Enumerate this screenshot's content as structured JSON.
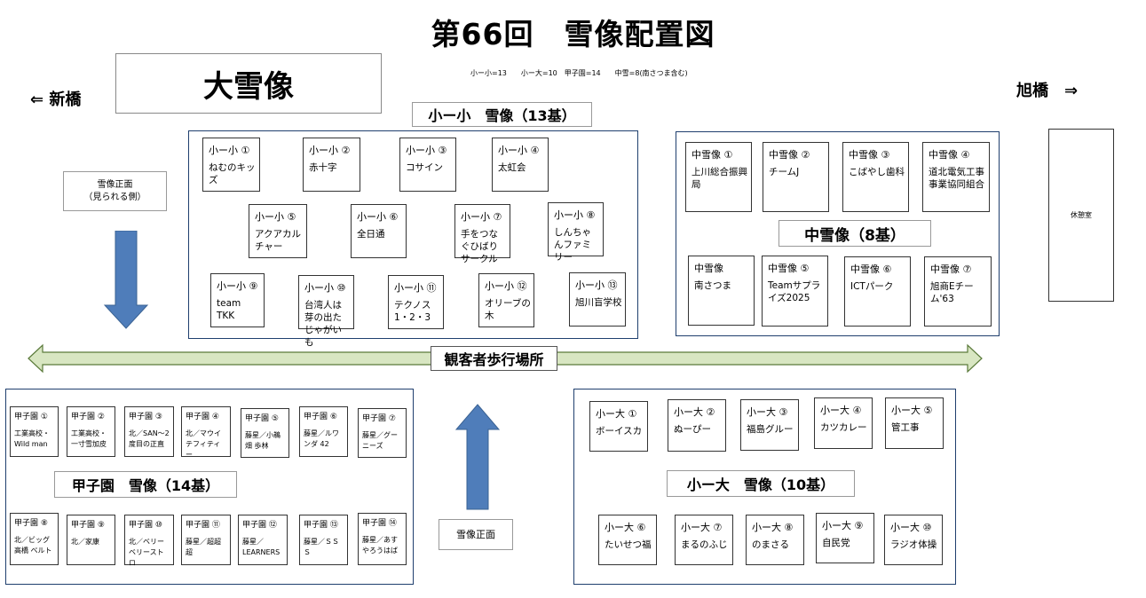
{
  "title": "第66回　雪像配置図",
  "big_statue": "大雪像",
  "counts_note": "小ー小=13　　小ー大=10　甲子園=14　　中雪=8(南さつま含む)",
  "left_bridge": "⇐ 新橋",
  "right_bridge": "旭橋　⇒",
  "front_side_label": [
    "雪像正面",
    "（見られる側）"
  ],
  "front_label": "雪像正面",
  "rest_area": "休憩室",
  "walkway": "観客者歩行場所",
  "colors": {
    "arrow_blue": "#4f7dba",
    "walkway_green": "#d8e6c2",
    "box_border": "#1f3f6e"
  },
  "groups": {
    "shosho": {
      "label": "小ー小　雪像（13基）",
      "items": [
        {
          "h": "小ー小 ①",
          "n": "ねむのキッズ"
        },
        {
          "h": "小ー小 ②",
          "n": "赤十字"
        },
        {
          "h": "小ー小 ③",
          "n": "コサイン"
        },
        {
          "h": "小ー小 ④",
          "n": "太虹会"
        },
        {
          "h": "小ー小 ⑤",
          "n": "アクアカルチャー"
        },
        {
          "h": "小ー小 ⑥",
          "n": "全日通"
        },
        {
          "h": "小ー小 ⑦",
          "n": "手をつなぐひばりサークル"
        },
        {
          "h": "小ー小 ⑧",
          "n": "しんちゃんファミリー"
        },
        {
          "h": "小ー小 ⑨",
          "n": "team TKK"
        },
        {
          "h": "小ー小 ⑩",
          "n": "台湾人は芽の出たじゃがいも"
        },
        {
          "h": "小ー小 ⑪",
          "n": "テクノス1・2・3"
        },
        {
          "h": "小ー小 ⑫",
          "n": "オリーブの木"
        },
        {
          "h": "小ー小 ⑬",
          "n": "旭川盲学校"
        }
      ]
    },
    "chu": {
      "label": "中雪像（8基）",
      "items": [
        {
          "h": "中雪像 ①",
          "n": "上川総合振興局"
        },
        {
          "h": "中雪像 ②",
          "n": "チームJ"
        },
        {
          "h": "中雪像 ③",
          "n": "こばやし歯科"
        },
        {
          "h": "中雪像 ④",
          "n": "道北電気工事事業協同組合"
        },
        {
          "h": "中雪像",
          "n": "南さつま"
        },
        {
          "h": "中雪像 ⑤",
          "n": "Teamサプライズ2025"
        },
        {
          "h": "中雪像 ⑥",
          "n": "ICTパーク"
        },
        {
          "h": "中雪像 ⑦",
          "n": "旭商Eチーム'63"
        }
      ]
    },
    "koshien": {
      "label": "甲子園　雪像（14基）",
      "items": [
        {
          "h": "甲子園 ①",
          "n": "工業高校・Wild man"
        },
        {
          "h": "甲子園 ②",
          "n": "工業高校・一寸雪加皮"
        },
        {
          "h": "甲子園 ③",
          "n": "北／SAN〜2度目の正直"
        },
        {
          "h": "甲子園 ④",
          "n": "北／マウイテフィティー"
        },
        {
          "h": "甲子園 ⑤",
          "n": "藤星／小鵜畑 歩林"
        },
        {
          "h": "甲子園 ⑥",
          "n": "藤星／ルワンダ 42"
        },
        {
          "h": "甲子園 ⑦",
          "n": "藤星／グーニーズ"
        },
        {
          "h": "甲子園 ⑧",
          "n": "北／ビッグ高橋 ベルト"
        },
        {
          "h": "甲子園 ⑨",
          "n": "北／家康"
        },
        {
          "h": "甲子園 ⑩",
          "n": "北／ベリーベリーストロ"
        },
        {
          "h": "甲子園 ⑪",
          "n": "藤星／超超超"
        },
        {
          "h": "甲子園 ⑫",
          "n": "藤星／LEARNERS"
        },
        {
          "h": "甲子園 ⑬",
          "n": "藤星／ＳＳＳ"
        },
        {
          "h": "甲子園 ⑭",
          "n": "藤星／あすやろうはば"
        }
      ]
    },
    "shodai": {
      "label": "小ー大　雪像（10基）",
      "items": [
        {
          "h": "小ー大 ①",
          "n": "ボーイスカ"
        },
        {
          "h": "小ー大 ②",
          "n": "ぬーぴー"
        },
        {
          "h": "小ー大 ③",
          "n": "福島グルー"
        },
        {
          "h": "小ー大 ④",
          "n": "カツカレー"
        },
        {
          "h": "小ー大 ⑤",
          "n": "管工事"
        },
        {
          "h": "小ー大 ⑥",
          "n": "たいせつ福"
        },
        {
          "h": "小ー大 ⑦",
          "n": "まるのふじ"
        },
        {
          "h": "小ー大 ⑧",
          "n": "のまさる"
        },
        {
          "h": "小ー大 ⑨",
          "n": "自民党"
        },
        {
          "h": "小ー大 ⑩",
          "n": "ラジオ体操"
        }
      ]
    }
  }
}
